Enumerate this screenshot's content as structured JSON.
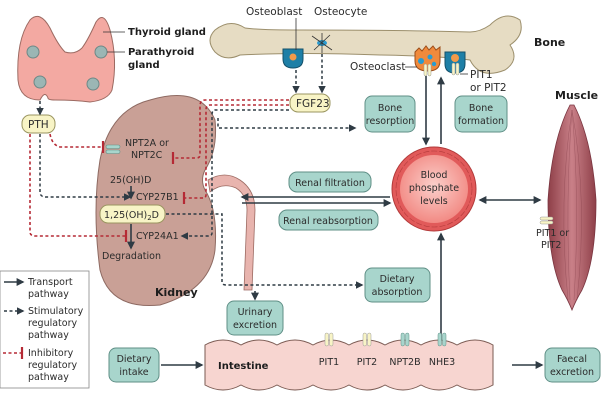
{
  "organs": {
    "thyroid": "Thyroid gland",
    "parathyroid_line1": "Parathyroid",
    "parathyroid_line2": "gland",
    "bone": "Bone",
    "muscle": "Muscle",
    "kidney": "Kidney",
    "intestine": "Intestine"
  },
  "bone_cells": {
    "osteoblast": "Osteoblast",
    "osteocyte": "Osteocyte",
    "osteoclast": "Osteoclast",
    "pit_line1": "PIT1",
    "pit_line2": "or PIT2"
  },
  "hormones": {
    "pth": "PTH",
    "fgf23": "FGF23",
    "calcitriol": "1,25(OH)",
    "calcitriol_sub": "2",
    "calcitriol_end": "D"
  },
  "kidney_labels": {
    "npt_line1": "NPT2A or",
    "npt_line2": "NPT2C",
    "vitd": "25(OH)D",
    "cyp27b1": "CYP27B1",
    "cyp24a1": "CYP24A1",
    "degradation": "Degradation"
  },
  "processes": {
    "bone_resorption": [
      "Bone",
      "resorption"
    ],
    "bone_formation": [
      "Bone",
      "formation"
    ],
    "renal_filtration": "Renal filtration",
    "renal_reabsorption": "Renal reabsorption",
    "dietary_absorption": [
      "Dietary",
      "absorption"
    ],
    "urinary_excretion": [
      "Urinary",
      "excretion"
    ],
    "dietary_intake": [
      "Dietary",
      "intake"
    ],
    "faecal_excretion": [
      "Faecal",
      "excretion"
    ]
  },
  "blood": [
    "Blood",
    "phosphate",
    "levels"
  ],
  "muscle_transporter": [
    "PIT1 or",
    "PIT2"
  ],
  "intestine_transporters": [
    "PIT1",
    "PIT2",
    "NPT2B",
    "NHE3"
  ],
  "legend": {
    "transport": [
      "Transport",
      "pathway"
    ],
    "stimulatory": [
      "Stimulatory",
      "regulatory",
      "pathway"
    ],
    "inhibitory": [
      "Inhibitory",
      "regulatory",
      "pathway"
    ]
  },
  "colors": {
    "process_box": "#a8d5cc",
    "hormone_box": "#f8f4c6",
    "inhibitory": "#b52a35",
    "transport": "#2f3b44",
    "blood": "#f08a84",
    "bone": "#e6dcc3",
    "kidney": "#c9a096",
    "intestine": "#f7d5d0",
    "muscle": "#a8555c",
    "thyroid": "#f3a9a2"
  }
}
